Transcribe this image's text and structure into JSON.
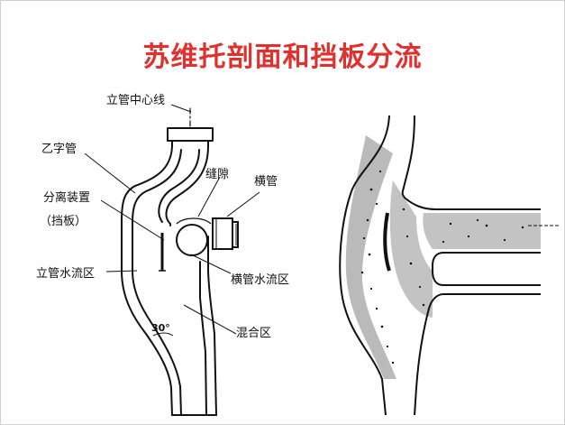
{
  "slide": {
    "title": "苏维托剖面和挡板分流",
    "accent_color": "#e0312f"
  },
  "diagram": {
    "labels": {
      "vertical_pipe_center": "立管中心线",
      "yi_pipe": "乙字管",
      "gap": "缝隙",
      "horizontal_pipe": "横管",
      "separator_device": "分离装置",
      "baffle": "（挡板）",
      "vertical_flow_zone": "立管水流区",
      "horizontal_flow_zone": "横管水流区",
      "mixing_zone": "混合区",
      "angle": "30°"
    }
  }
}
